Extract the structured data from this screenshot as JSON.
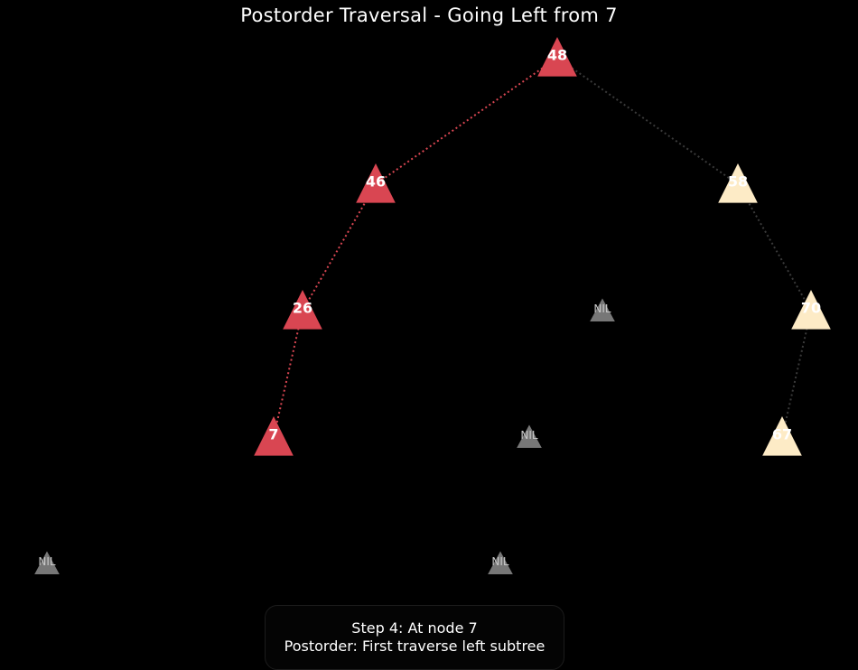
{
  "title": "Postorder Traversal - Going Left from 7",
  "colors": {
    "visited": "#d94652",
    "unvisited": "#fdebc6",
    "nil": "#777777",
    "visited_edge": "#d94652",
    "unvisited_edge": "#3a3a3a",
    "background": "#000000"
  },
  "nodes": [
    {
      "id": "n48",
      "label": "48",
      "state": "visited"
    },
    {
      "id": "n46",
      "label": "46",
      "state": "visited"
    },
    {
      "id": "n58",
      "label": "58",
      "state": "unvisited"
    },
    {
      "id": "n26",
      "label": "26",
      "state": "visited"
    },
    {
      "id": "n70",
      "label": "70",
      "state": "unvisited"
    },
    {
      "id": "n7",
      "label": "7",
      "state": "visited"
    },
    {
      "id": "n67",
      "label": "67",
      "state": "unvisited"
    },
    {
      "id": "nil1",
      "label": "NIL",
      "state": "nil"
    },
    {
      "id": "nil2",
      "label": "NIL",
      "state": "nil"
    },
    {
      "id": "nil3",
      "label": "NIL",
      "state": "nil"
    },
    {
      "id": "nil4",
      "label": "NIL",
      "state": "nil"
    }
  ],
  "edges": [
    {
      "from": "n48",
      "to": "n46",
      "state": "visited"
    },
    {
      "from": "n48",
      "to": "n58",
      "state": "unvisited"
    },
    {
      "from": "n46",
      "to": "n26",
      "state": "visited"
    },
    {
      "from": "n26",
      "to": "n7",
      "state": "visited"
    },
    {
      "from": "n58",
      "to": "n70",
      "state": "unvisited"
    },
    {
      "from": "n70",
      "to": "n67",
      "state": "unvisited"
    }
  ],
  "status": {
    "step_line": "Step 4: At node 7",
    "description_line": "Postorder: First traverse left subtree"
  }
}
